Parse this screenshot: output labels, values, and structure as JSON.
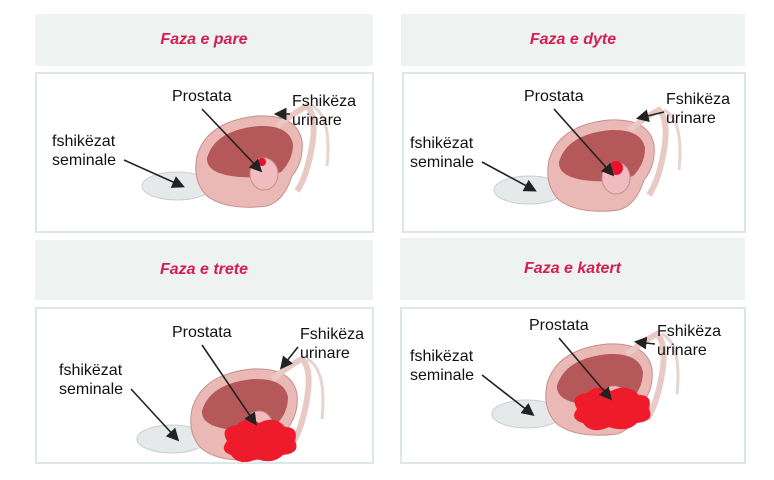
{
  "labels": {
    "prostate": "Prostata",
    "bladder_1": "Fshikëza",
    "bladder_2": "urinare",
    "seminal_1": "fshikëzat",
    "seminal_2": "seminale"
  },
  "stages": [
    {
      "title": "Faza e pare"
    },
    {
      "title": "Faza e dyte"
    },
    {
      "title": "Faza e trete"
    },
    {
      "title": "Faza e katert"
    }
  ],
  "colors": {
    "title": "#d61d52",
    "header_bg": "#eef3f1",
    "tumor": "#e8102a"
  }
}
